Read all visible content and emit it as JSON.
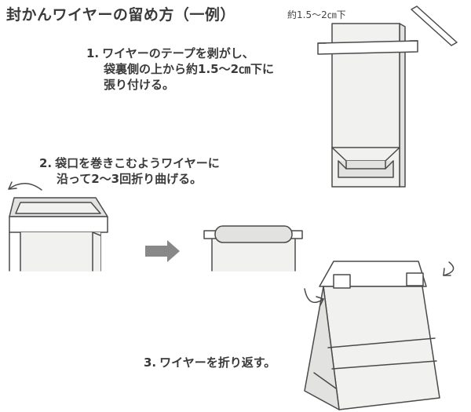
{
  "title": "封かんワイヤーの留め方（一例）",
  "note": "約1.5～2㎝下",
  "steps": [
    {
      "number": "1.",
      "lines": [
        "ワイヤーのテープを剥がし、",
        "袋裏側の上から約1.5～2㎝下に",
        "張り付ける。"
      ]
    },
    {
      "number": "2.",
      "lines": [
        "袋口を巻きこむようワイヤーに",
        "沿って2～3回折り曲げる。"
      ]
    },
    {
      "number": "3.",
      "lines": [
        "ワイヤーを折り返す。"
      ]
    }
  ],
  "colors": {
    "outline": "#4a4a4a",
    "bag_fill": "#f1f1f0",
    "bag_shade": "#e2e2e0",
    "arrow": "#888888",
    "text": "#3a3a3a"
  }
}
